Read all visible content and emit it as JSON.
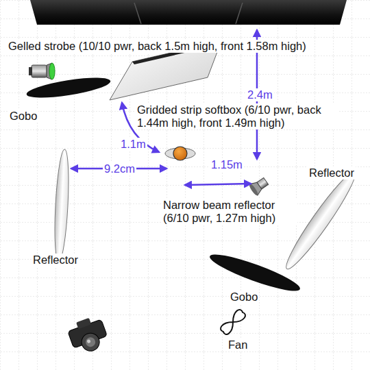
{
  "diagram": {
    "labels": [
      "Gelled strobe (10/10 pwr, back 1.5m high, front 1.58m high)",
      "Gobo",
      "Gridded strip softbox (6/10 pwr, back 1.44m high, front 1.49m high)",
      "2.4m",
      "1.1m",
      "9.2cm",
      "1.15m",
      "Reflector",
      "Narrow beam reflector (6/10 pwr, 1.27m high)",
      "Reflector",
      "Gobo",
      "Fan"
    ]
  }
}
